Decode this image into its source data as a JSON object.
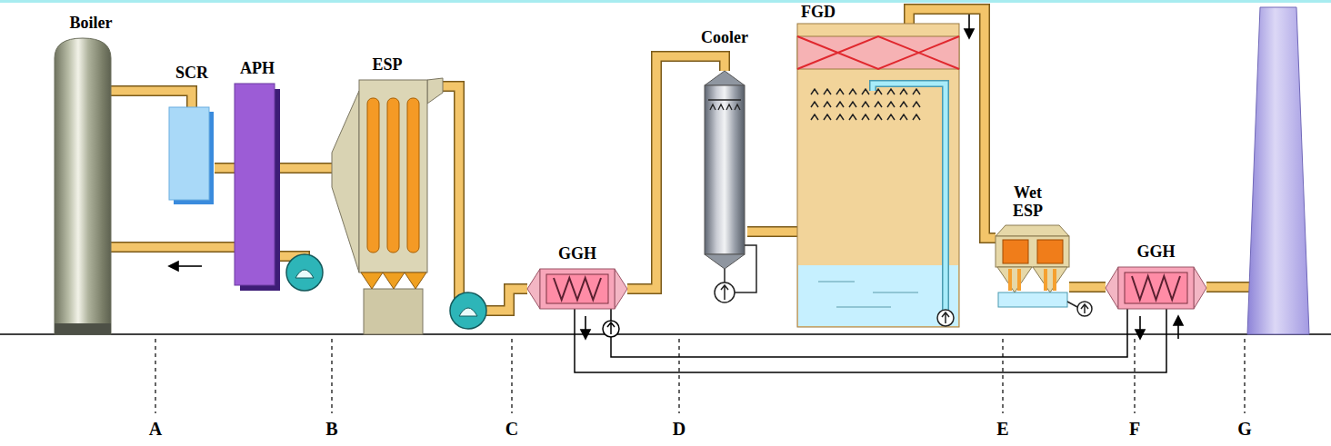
{
  "diagram": {
    "nodes": [
      {
        "text": [
          "Boiler"
        ]
      },
      {
        "text": [
          "SCR"
        ]
      },
      {
        "text": [
          "APH"
        ]
      },
      {
        "text": [
          "ESP"
        ]
      },
      {
        "text": [
          "GGH"
        ]
      },
      {
        "text": [
          "Cooler"
        ]
      },
      {
        "text": [
          "FGD"
        ]
      },
      {
        "text": [
          "Wet ESP"
        ]
      },
      {
        "text": [
          "GGH"
        ]
      }
    ],
    "edges": [
      {
        "from": 0,
        "to": 1,
        "arrow": "none"
      },
      {
        "from": 1,
        "to": 2,
        "arrow": "none"
      },
      {
        "from": 2,
        "to": 0,
        "arrow": "none"
      },
      {
        "from": 2,
        "to": 3,
        "arrow": "none"
      },
      {
        "from": 3,
        "to": 4,
        "arrow": "none"
      },
      {
        "from": 4,
        "to": 5,
        "arrow": "none"
      },
      {
        "from": 5,
        "to": 6,
        "arrow": "none"
      },
      {
        "from": 6,
        "to": 7,
        "arrow": "none"
      },
      {
        "from": 7,
        "to": 8,
        "arrow": "none"
      },
      {
        "from": 4,
        "to": 8,
        "arrow": "none"
      }
    ],
    "labels": [
      "A",
      "B",
      "C",
      "D",
      "E",
      "F",
      "G"
    ]
  }
}
